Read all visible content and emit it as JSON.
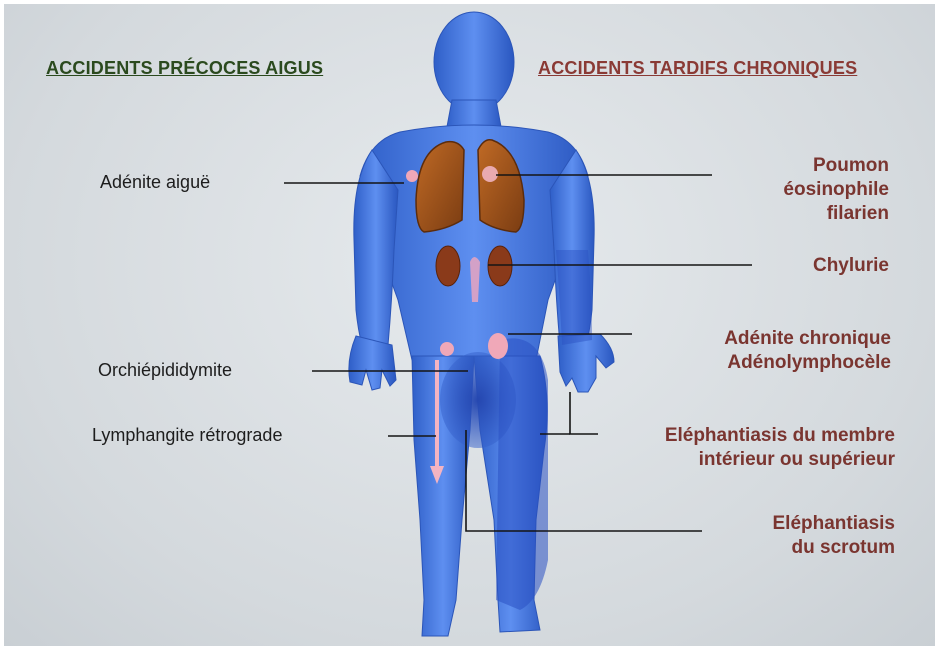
{
  "headers": {
    "early": "ACCIDENTS PRÉCOCES AIGUS",
    "late": "ACCIDENTS TARDIFS CHRONIQUES"
  },
  "early_labels": {
    "adenite_aigue": "Adénite aiguë",
    "orchiepididymite": "Orchiépididymite",
    "lymphangite": "Lymphangite rétrograde"
  },
  "late_labels": {
    "poumon": [
      "Poumon",
      "éosinophile",
      "filarien"
    ],
    "chylurie": [
      "Chylurie"
    ],
    "adenite_chronique": [
      "Adénite chronique",
      "Adénolymphocèle"
    ],
    "elephantiasis_membre": [
      "Eléphantiasis du membre",
      "intérieur ou supérieur"
    ],
    "elephantiasis_scrotum": [
      "Eléphantiasis",
      "du scrotum"
    ]
  },
  "colors": {
    "header_early": "#2b4a1e",
    "header_late": "#8a3a35",
    "late_text": "#7a3530",
    "body_blue": "#3f6fd6",
    "organ": "#a0521c",
    "lesion": "#f0a8b8"
  }
}
